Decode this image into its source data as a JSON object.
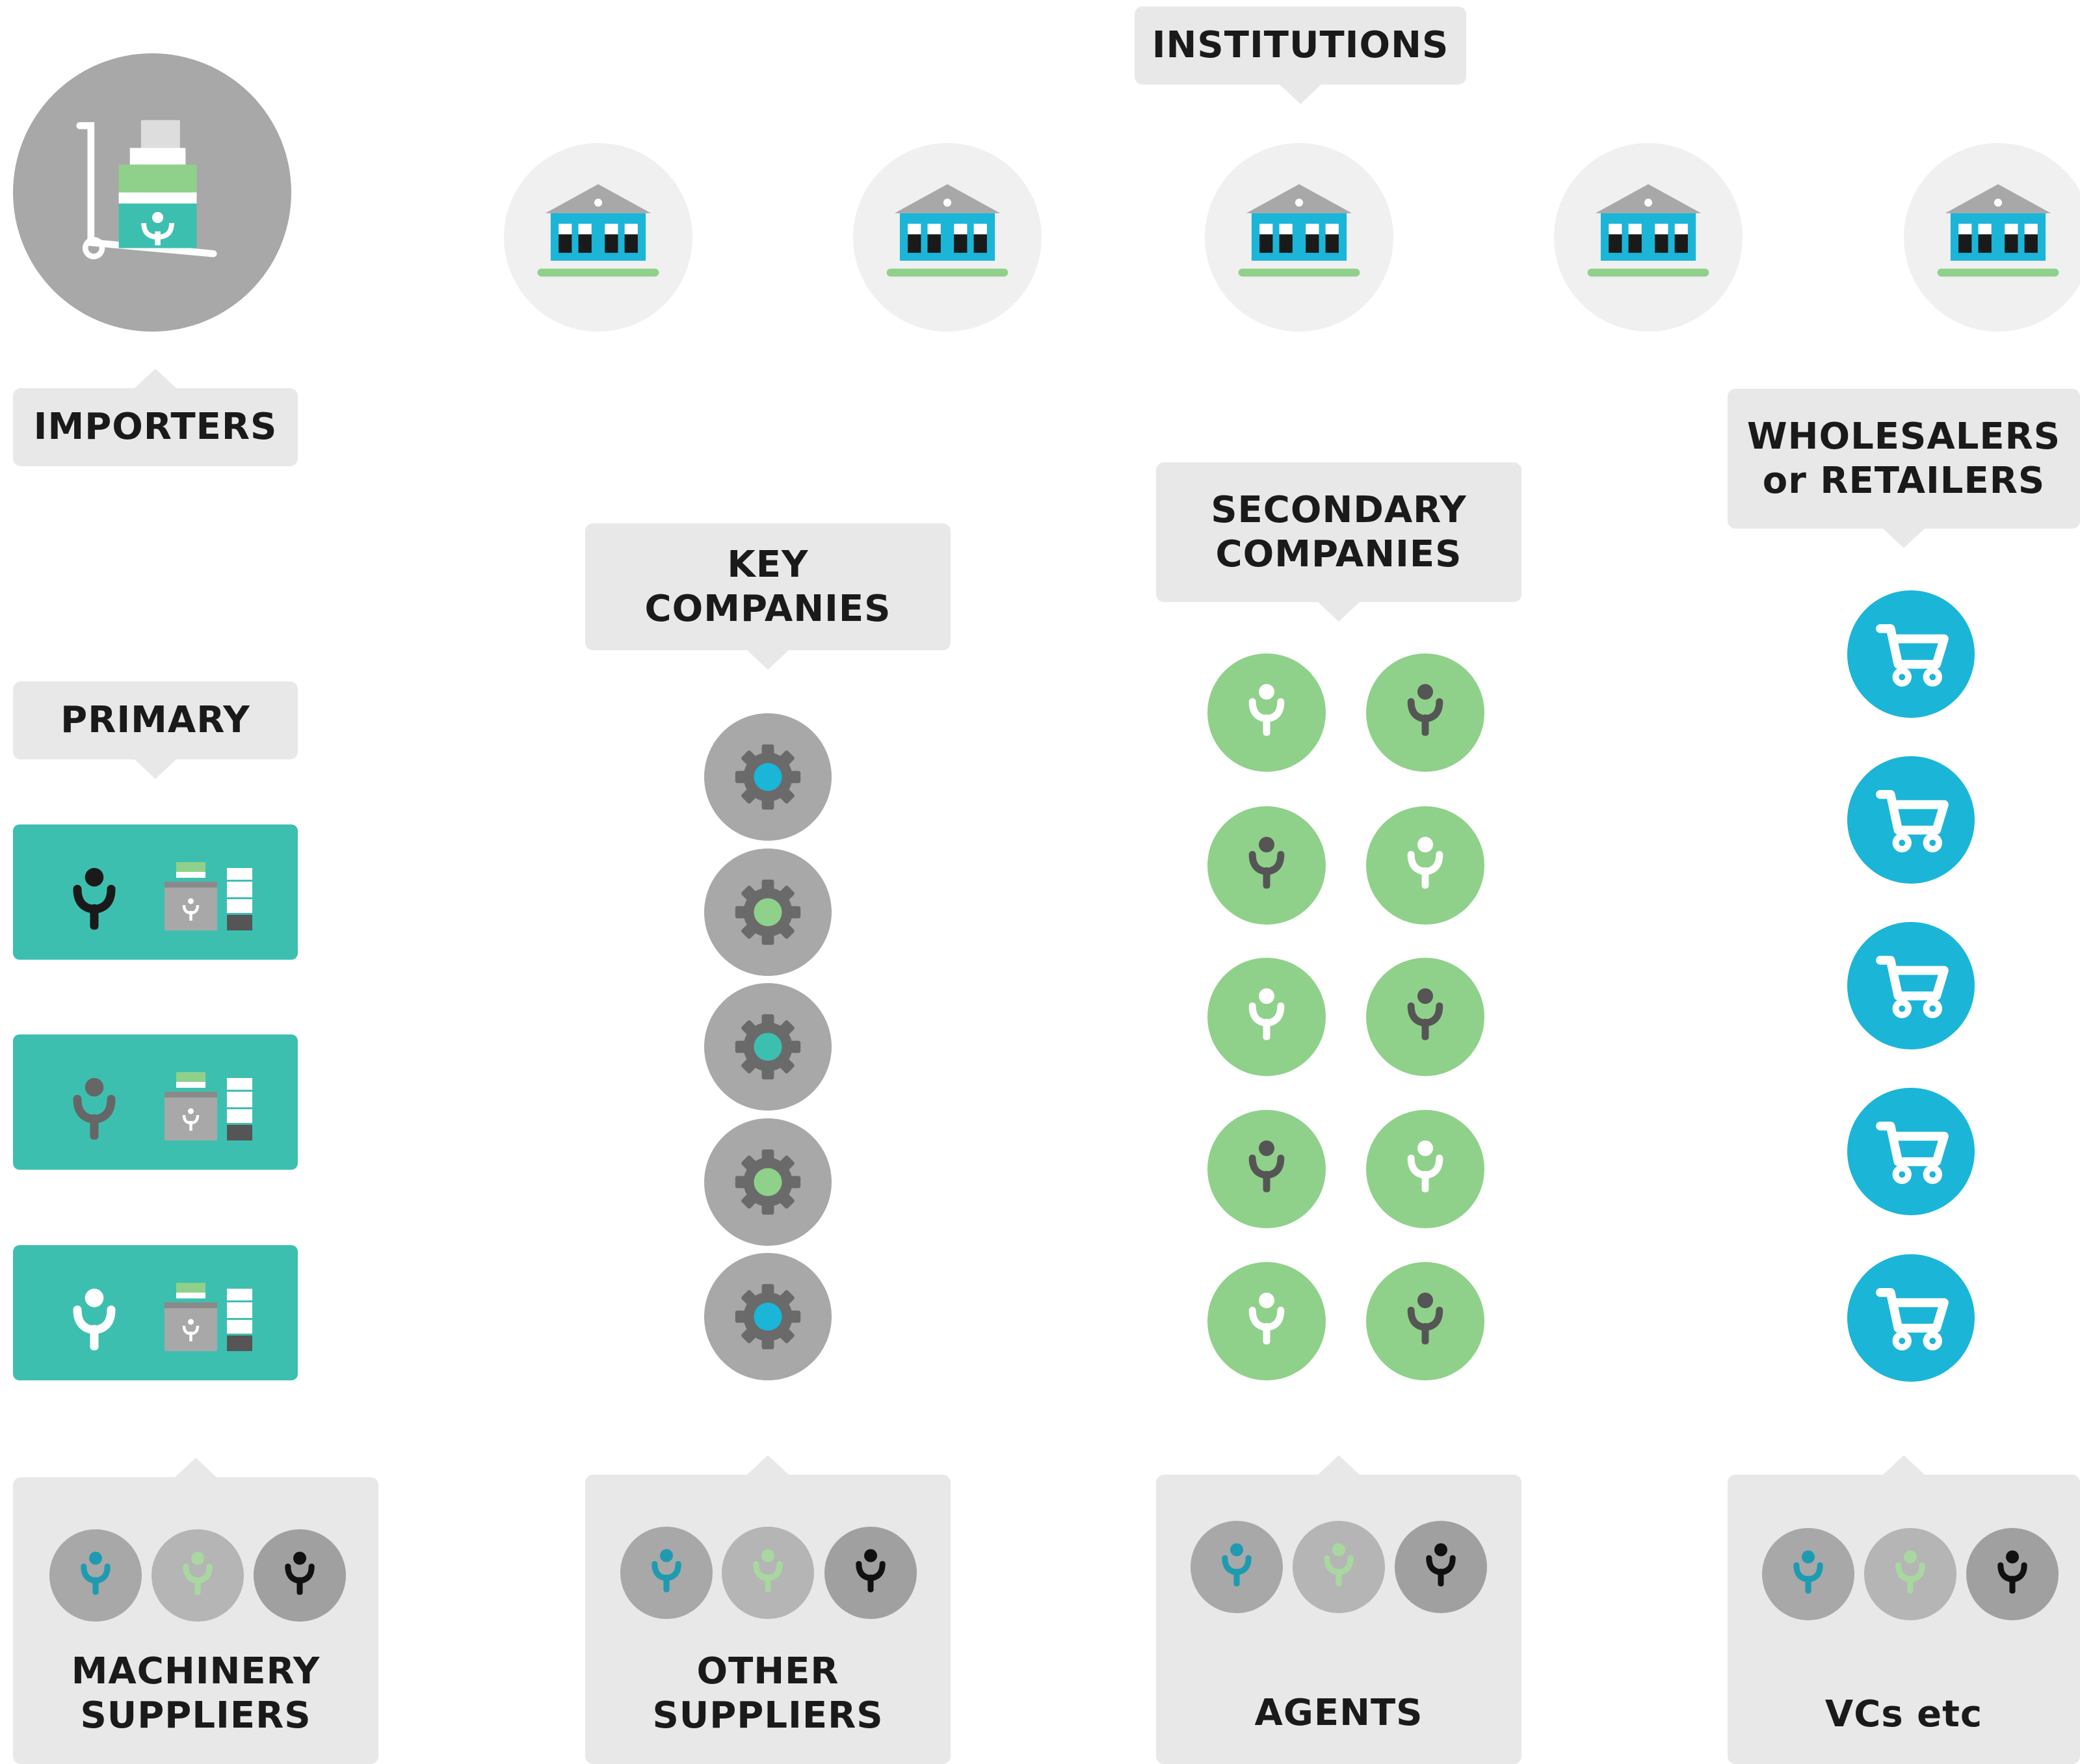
{
  "labels": {
    "institutions": "INSTITUTIONS",
    "importers": "IMPORTERS",
    "primary": "PRIMARY",
    "key_companies": "KEY\nCOMPANIES",
    "secondary_companies": "SECONDARY\nCOMPANIES",
    "wholesalers": "WHOLESALERS\nor RETAILERS"
  },
  "groups": [
    {
      "label": "MACHINERY\nSUPPLIERS"
    },
    {
      "label": "OTHER\nSUPPLIERS"
    },
    {
      "label": "AGENTS"
    },
    {
      "label": "VCs etc"
    }
  ],
  "colors": {
    "teal": "#3dbfb0",
    "cyan": "#1bb5d8",
    "green": "#8fd18a",
    "gray": "#a8a8a8",
    "light_gray": "#e8e8e8",
    "dark": "#1a1a1a"
  },
  "icons": {
    "institution": "bank-building-icon",
    "importer": "hand-truck-icon",
    "key_company": "gear-icon",
    "secondary_company": "person-icon",
    "retailer": "shopping-cart-icon"
  }
}
